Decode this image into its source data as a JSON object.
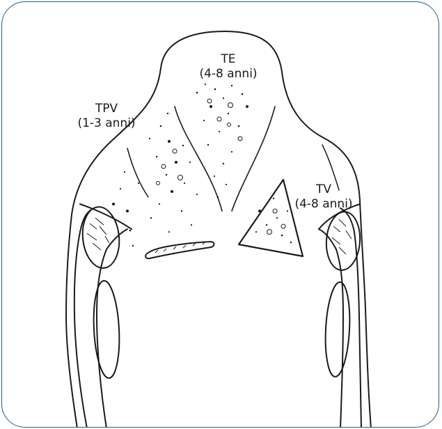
{
  "labels": {
    "te": {
      "name": "TE",
      "age": "(4-8 anni)"
    },
    "tpv": {
      "name": "TPV",
      "age": "(1-3 anni)"
    },
    "tv": {
      "name": "TV",
      "age": "(4-8 anni)"
    }
  },
  "colors": {
    "frame": "#1f5f8c",
    "ink": "#1a1a1a"
  }
}
